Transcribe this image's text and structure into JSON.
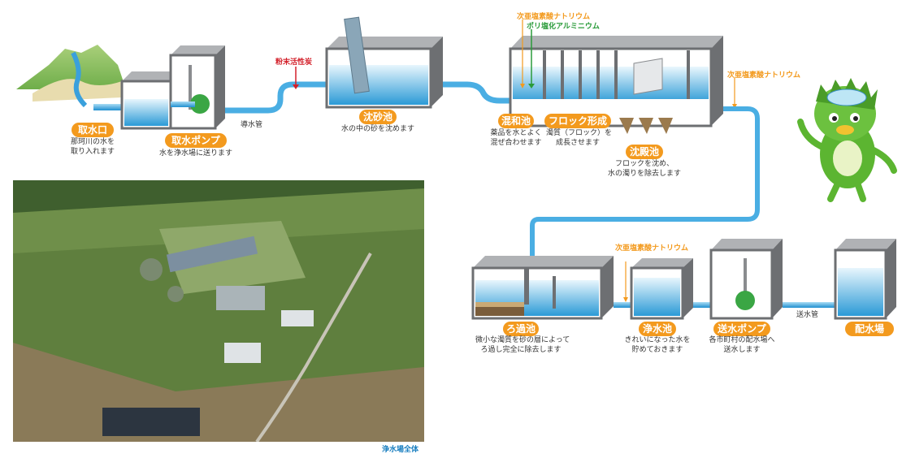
{
  "stages": {
    "intake": {
      "label": "取水口",
      "desc1": "那珂川の水を",
      "desc2": "取り入れます"
    },
    "intake_pump": {
      "label": "取水ポンプ",
      "desc1": "水を浄水場に送ります"
    },
    "sand_basin": {
      "label": "沈砂池",
      "desc1": "水の中の砂を沈めます"
    },
    "mixing_basin": {
      "label": "混和池",
      "desc1": "薬品を水とよく",
      "desc2": "混ぜ合わせます"
    },
    "floc_basin": {
      "label": "フロック形成池",
      "desc1": "濁質（フロック）を",
      "desc2": "成長させます"
    },
    "sedimentation": {
      "label": "沈殿池",
      "desc1": "フロックを沈め、",
      "desc2": "水の濁りを除去します"
    },
    "filter_basin": {
      "label": "ろ過池",
      "desc1": "微小な濁質を砂の層によって",
      "desc2": "ろ過し完全に除去します"
    },
    "clear_well": {
      "label": "浄水池",
      "desc1": "きれいになった水を",
      "desc2": "貯めておきます"
    },
    "send_pump": {
      "label": "送水ポンプ",
      "desc1": "各市町村の配水場へ",
      "desc2": "送水します"
    },
    "distribution": {
      "label": "配水場"
    }
  },
  "pipes": {
    "conduit": "導水管",
    "transmission": "送水管"
  },
  "chemicals": {
    "activated_carbon": "粉末活性炭",
    "hypochlorite_1": "次亜塩素酸ナトリウム",
    "pac": "ポリ塩化アルミニウム",
    "hypochlorite_2": "次亜塩素酸ナトリウム",
    "hypochlorite_3": "次亜塩素酸ナトリウム"
  },
  "photo": {
    "caption": "浄水場全体"
  },
  "colors": {
    "accent": "#f39a1e",
    "water": "#2a9ad8",
    "tank": "#6d6f72",
    "mascot": "#5cb531"
  }
}
